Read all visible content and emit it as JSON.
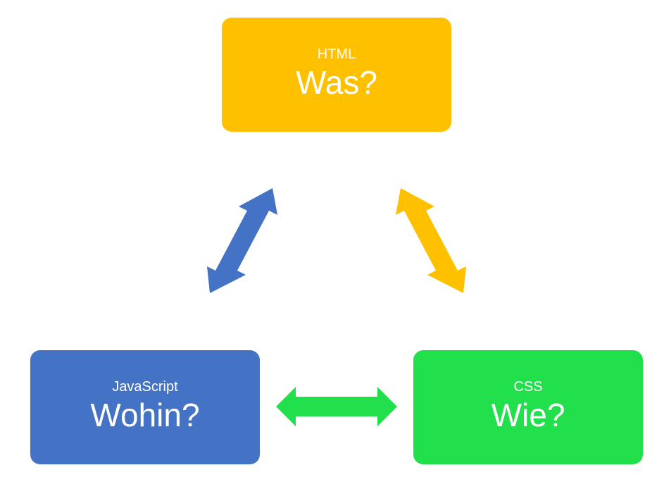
{
  "nodes": {
    "html": {
      "label": "HTML",
      "question": "Was?",
      "color": "#FFC000"
    },
    "javascript": {
      "label": "JavaScript",
      "question": "Wohin?",
      "color": "#4472C4"
    },
    "css": {
      "label": "CSS",
      "question": "Wie?",
      "color": "#22E04C"
    }
  },
  "connections": [
    {
      "from": "html",
      "to": "javascript",
      "color": "#4472C4",
      "bidirectional": true
    },
    {
      "from": "html",
      "to": "css",
      "color": "#FFC000",
      "bidirectional": true
    },
    {
      "from": "javascript",
      "to": "css",
      "color": "#22E04C",
      "bidirectional": true
    }
  ]
}
